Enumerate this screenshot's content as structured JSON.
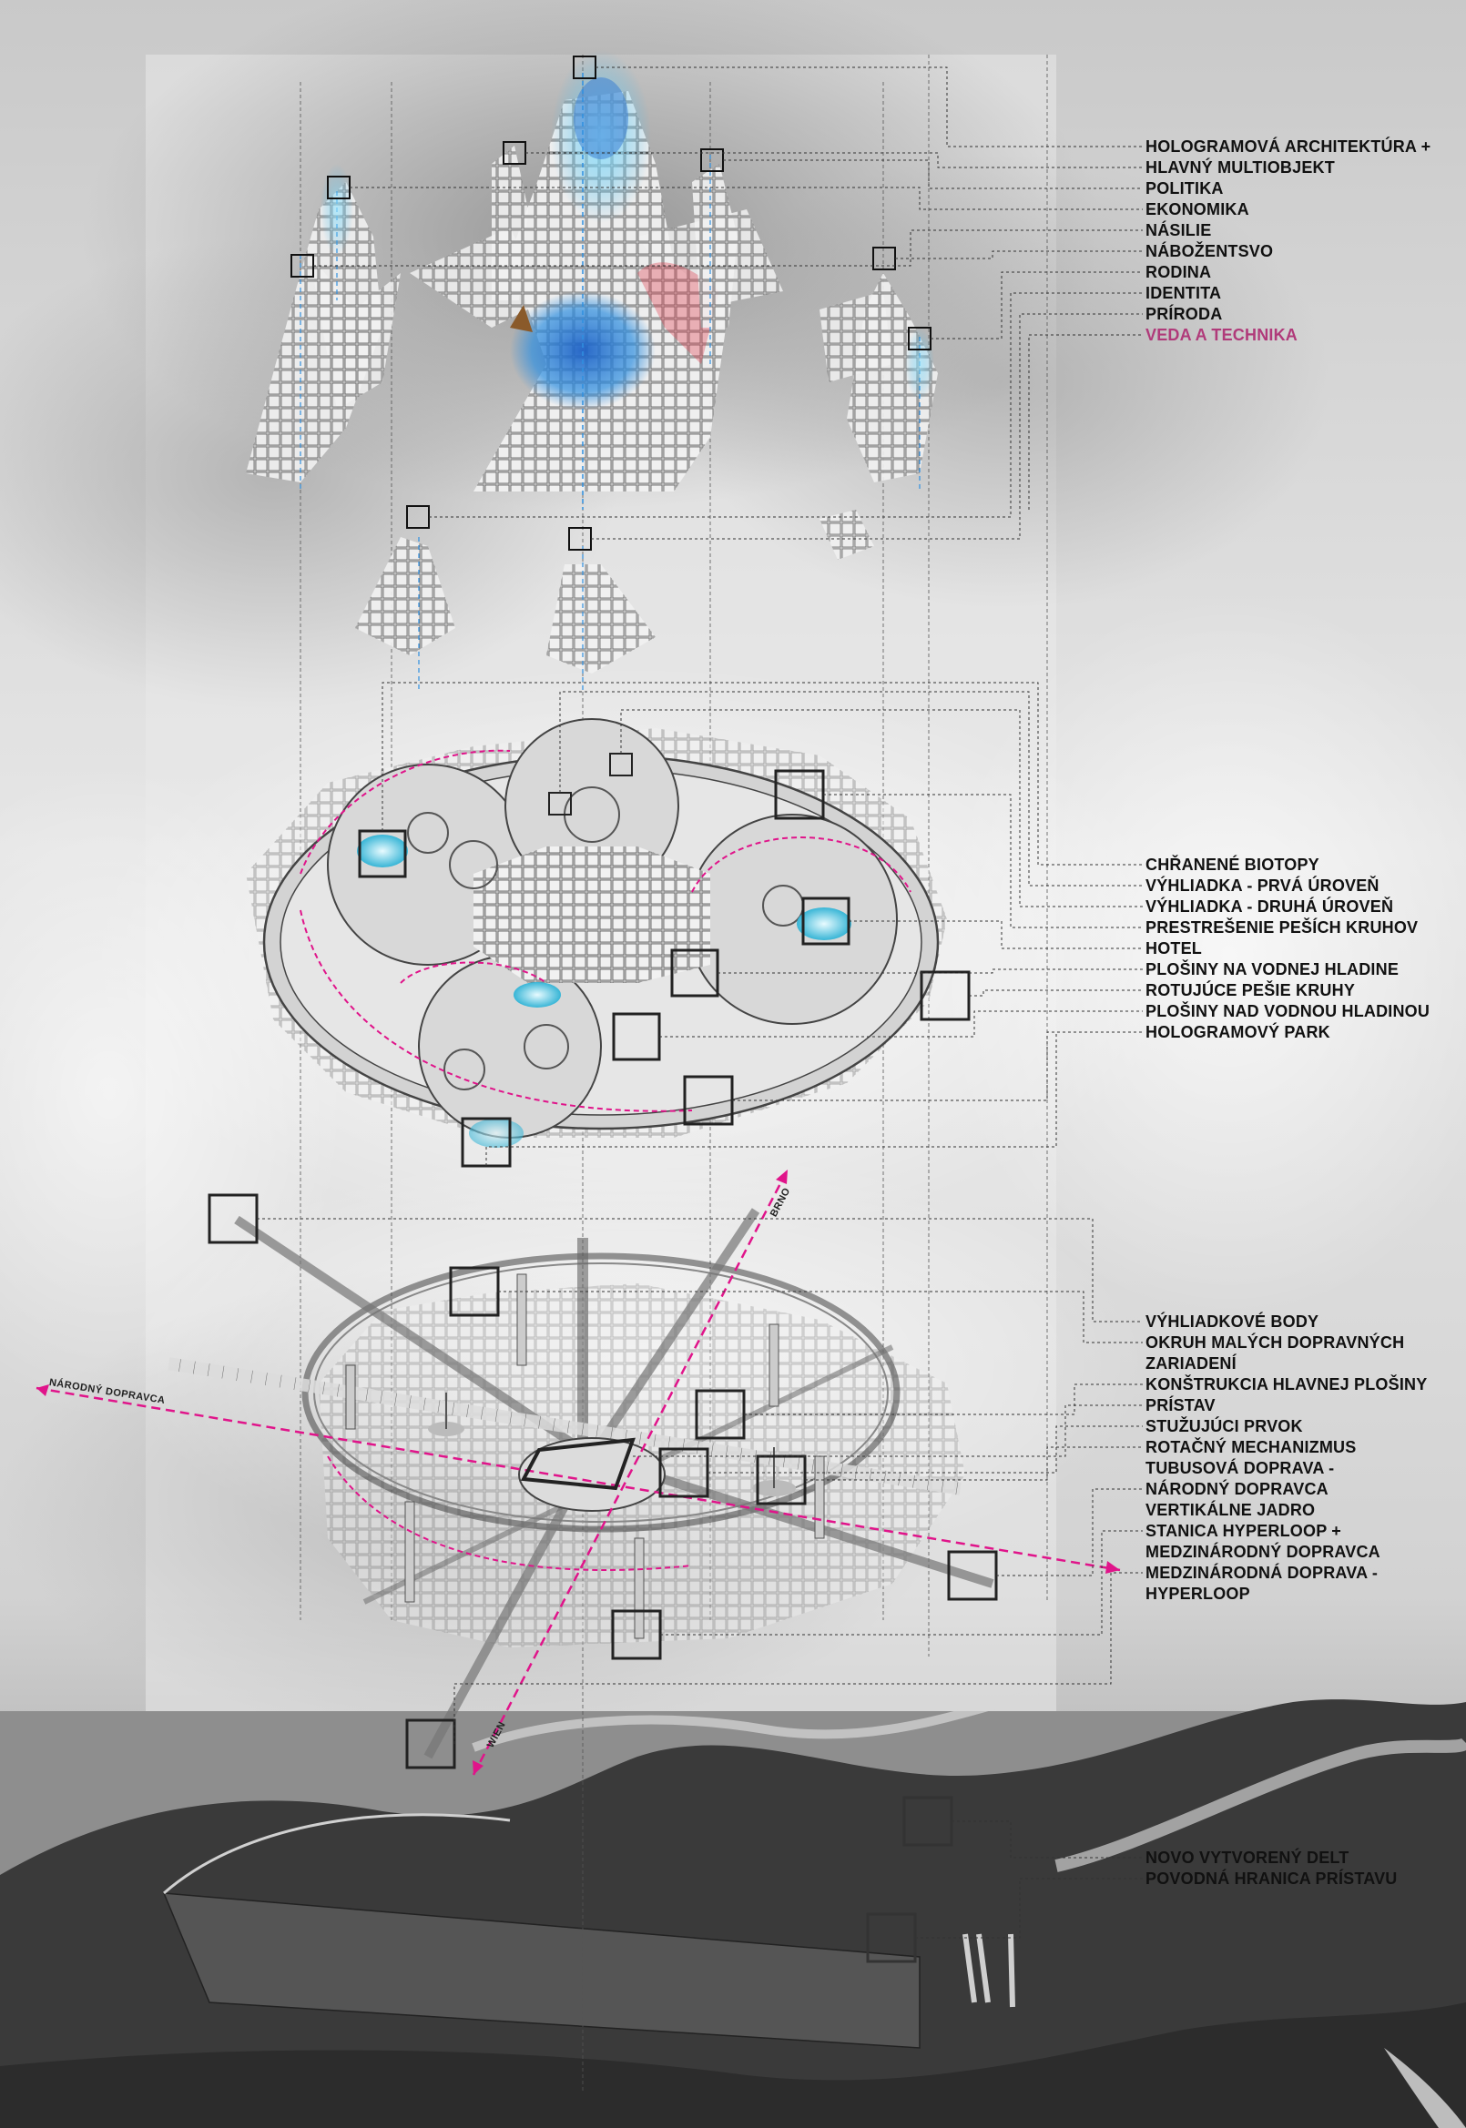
{
  "colors": {
    "accent": "#e0148a",
    "hologram": "#2f8fe0",
    "red_figure": "#e03a4a",
    "frame": "#111111"
  },
  "top_section": {
    "labels": [
      "HOLOGRAMOVÁ ARCHITEKTÚRA +",
      "HLAVNÝ MULTIOBJEKT",
      "POLITIKA",
      "EKONOMIKA",
      "NÁSILIE",
      "NÁBOŽENTSVO",
      "RODINA",
      "IDENTITA",
      "PRÍRODA",
      "VEDA A TECHNIKA"
    ]
  },
  "middle_section": {
    "labels": [
      "CHŘANENÉ BIOTOPY",
      "VÝHLIADKA - PRVÁ ÚROVEŇ",
      "VÝHLIADKA - DRUHÁ ÚROVEŇ",
      "PRESTREŠENIE  PEŠÍCH KRUHOV",
      "HOTEL",
      "PLOŠINY NA VODNEJ HLADINE",
      "ROTUJÚCE PEŠIE KRUHY",
      "PLOŠINY NAD VODNOU HLADINOU",
      "HOLOGRAMOVÝ PARK"
    ]
  },
  "lower_section": {
    "labels": [
      "VÝHLIADKOVÉ BODY",
      "OKRUH MALÝCH DOPRAVNÝCH",
      "ZARIADENÍ",
      "KONŠTRUKCIA HLAVNEJ PLOŠINY",
      "PRÍSTAV",
      "STUŽUJÚCI PRVOK",
      "ROTAČNÝ MECHANIZMUS",
      "TUBUSOVÁ DOPRAVA -",
      "NÁRODNÝ DOPRAVCA",
      "VERTIKÁLNE JADRO",
      "STANICA HYPERLOOP +",
      "MEDZINÁRODNÝ DOPRAVCA",
      "MEDZINÁRODNÁ DOPRAVA -",
      "HYPERLOOP"
    ],
    "routes": {
      "brno": "BRNO",
      "wien": "WIEN",
      "national": "NÁRODNÝ DOPRAVCA"
    }
  },
  "bottom_section": {
    "labels": [
      "NOVO VYTVORENÝ DELT",
      "POVODNÁ HRANICA PRÍSTAVU"
    ]
  }
}
